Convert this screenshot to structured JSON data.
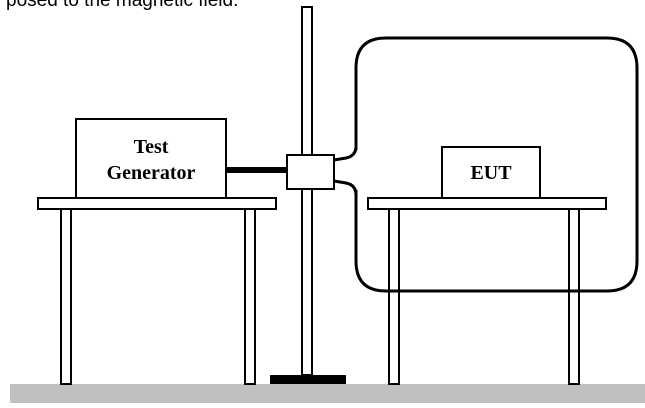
{
  "caption": "posed to the magnetic field.",
  "labels": {
    "test_generator_line1": "Test",
    "test_generator_line2": "Generator",
    "eut": "EUT"
  },
  "colors": {
    "stroke": "#000000",
    "floor": "#c0c0c0",
    "background": "#ffffff"
  }
}
